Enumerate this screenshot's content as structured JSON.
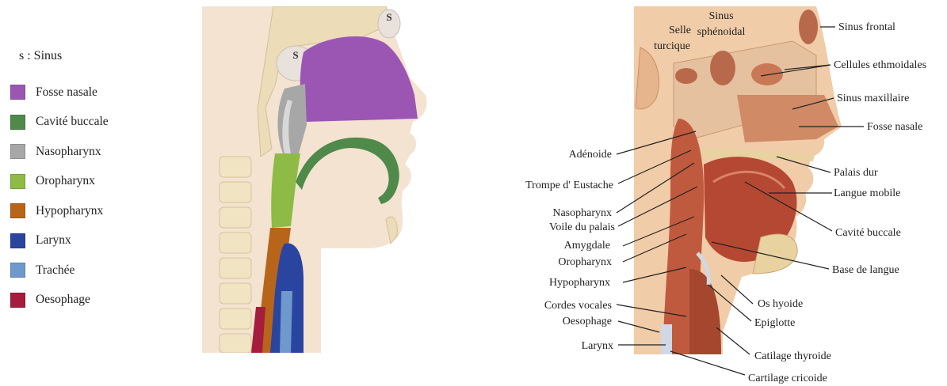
{
  "legend": {
    "title": "s : Sinus",
    "items": [
      {
        "label": "Fosse nasale",
        "color": "#9b56b4"
      },
      {
        "label": "Cavité buccale",
        "color": "#4f8a4b"
      },
      {
        "label": "Nasopharynx",
        "color": "#a7a7a7"
      },
      {
        "label": "Oropharynx",
        "color": "#8dbb45"
      },
      {
        "label": "Hypopharynx",
        "color": "#b8651c"
      },
      {
        "label": "Larynx",
        "color": "#2a45a0"
      },
      {
        "label": "Trachée",
        "color": "#6f98cc"
      },
      {
        "label": "Oesophage",
        "color": "#a51c3c"
      }
    ]
  },
  "left_figure": {
    "sinus_marker_1": "S",
    "sinus_marker_2": "S"
  },
  "right_figure": {
    "labels": {
      "selle": "Selle",
      "turcique": "turcique",
      "sinus_sph_1": "Sinus",
      "sinus_sph_2": "sphénoidal",
      "sinus_frontal": "Sinus frontal",
      "cellules_ethmoidales": "Cellules ethmoidales",
      "sinus_maxillaire": "Sinus maxillaire",
      "fosse_nasale": "Fosse nasale",
      "palais_dur": "Palais dur",
      "langue_mobile": "Langue mobile",
      "cavite_buccale": "Cavité buccale",
      "base_de_langue": "Base de langue",
      "os_hyoide": "Os hyoide",
      "epiglotte": "Epiglotte",
      "catilage_thyroide": "Catilage thyroide",
      "cartilage_cricoide": "Cartilage cricoide",
      "adenoide": "Adénoide",
      "trompe": "Trompe d' Eustache",
      "nasopharynx": "Nasopharynx",
      "voile_palais": "Voile du palais",
      "amygdale": "Amygdale",
      "oropharynx": "Oropharynx",
      "hypopharynx": "Hypopharynx",
      "cordes_vocales": "Cordes vocales",
      "oesophage": "Oesophage",
      "larynx": "Larynx"
    }
  }
}
